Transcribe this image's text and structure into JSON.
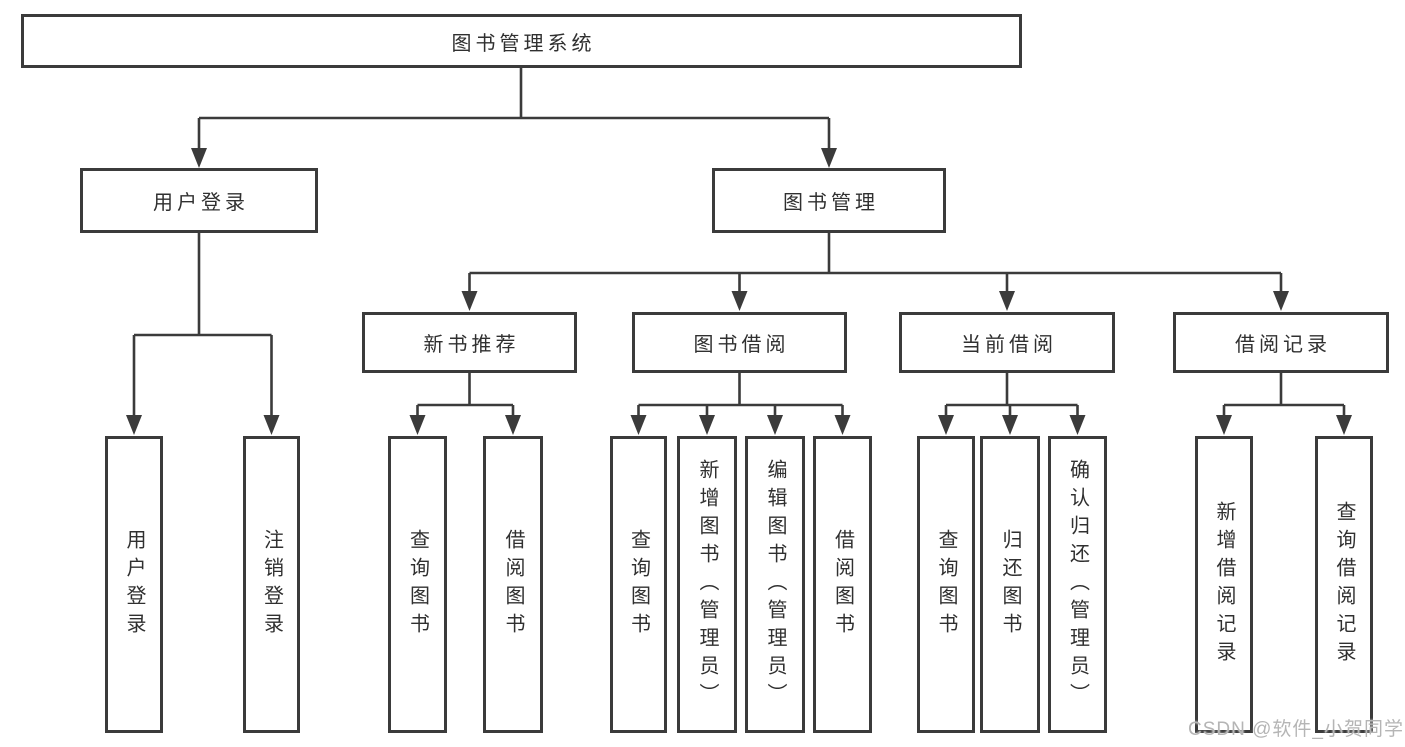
{
  "tree": {
    "label": "图书管理系统",
    "children": [
      {
        "label": "用户登录",
        "children": [
          {
            "label": "用户登录"
          },
          {
            "label": "注销登录"
          }
        ]
      },
      {
        "label": "图书管理",
        "children": [
          {
            "label": "新书推荐",
            "children": [
              {
                "label": "查询图书"
              },
              {
                "label": "借阅图书"
              }
            ]
          },
          {
            "label": "图书借阅",
            "children": [
              {
                "label": "查询图书"
              },
              {
                "label": "新增图书（管理员）"
              },
              {
                "label": "编辑图书（管理员）"
              },
              {
                "label": "借阅图书"
              }
            ]
          },
          {
            "label": "当前借阅",
            "children": [
              {
                "label": "查询图书"
              },
              {
                "label": "归还图书"
              },
              {
                "label": "确认归还（管理员）"
              }
            ]
          },
          {
            "label": "借阅记录",
            "children": [
              {
                "label": "新增借阅记录"
              },
              {
                "label": "查询借阅记录"
              }
            ]
          }
        ]
      }
    ]
  },
  "watermark": "CSDN @软件_小贺同学",
  "colors": {
    "line": "#3b3b3b",
    "text": "#303030",
    "background": "#ffffff",
    "watermark": "#b5b5b5"
  }
}
